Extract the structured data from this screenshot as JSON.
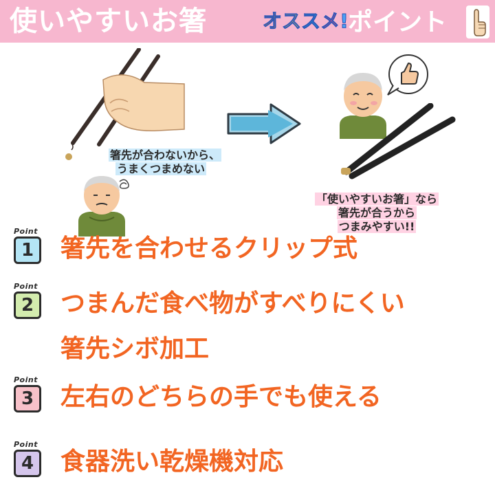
{
  "banner": {
    "title": "使いやすいお箸",
    "badge_chars": [
      "オ",
      "ス",
      "ス",
      "メ",
      "!"
    ],
    "suffix": "ポイント",
    "hand_icon": "pointing-up-hand-icon"
  },
  "illustration_left": {
    "caption_line1": "箸先が合わないから、",
    "caption_line2": "うまくつまめない"
  },
  "illustration_right": {
    "thumbs_icon": "thumbs-up-icon",
    "caption_line1": "「使いやすいお箸」なら",
    "caption_line2": "箸先が合うから",
    "caption_line3": "つまみやすい!!"
  },
  "points": [
    {
      "tag": "Point",
      "number": "1",
      "text": "箸先を合わせるクリップ式"
    },
    {
      "tag": "Point",
      "number": "2",
      "text": "つまんだ食べ物がすべりにくい",
      "text2": "箸先シボ加工"
    },
    {
      "tag": "Point",
      "number": "3",
      "text": "左右のどちらの手でも使える"
    },
    {
      "tag": "Point",
      "number": "4",
      "text": "食器洗い乾燥機対応"
    }
  ],
  "colors": {
    "banner_bg": "#f7b7cf",
    "point_text": "#f26522",
    "point1_box": "#b4e5f5",
    "point2_box": "#d3ecae",
    "point3_box": "#f7c1c9",
    "point4_box": "#d5c6ec"
  }
}
